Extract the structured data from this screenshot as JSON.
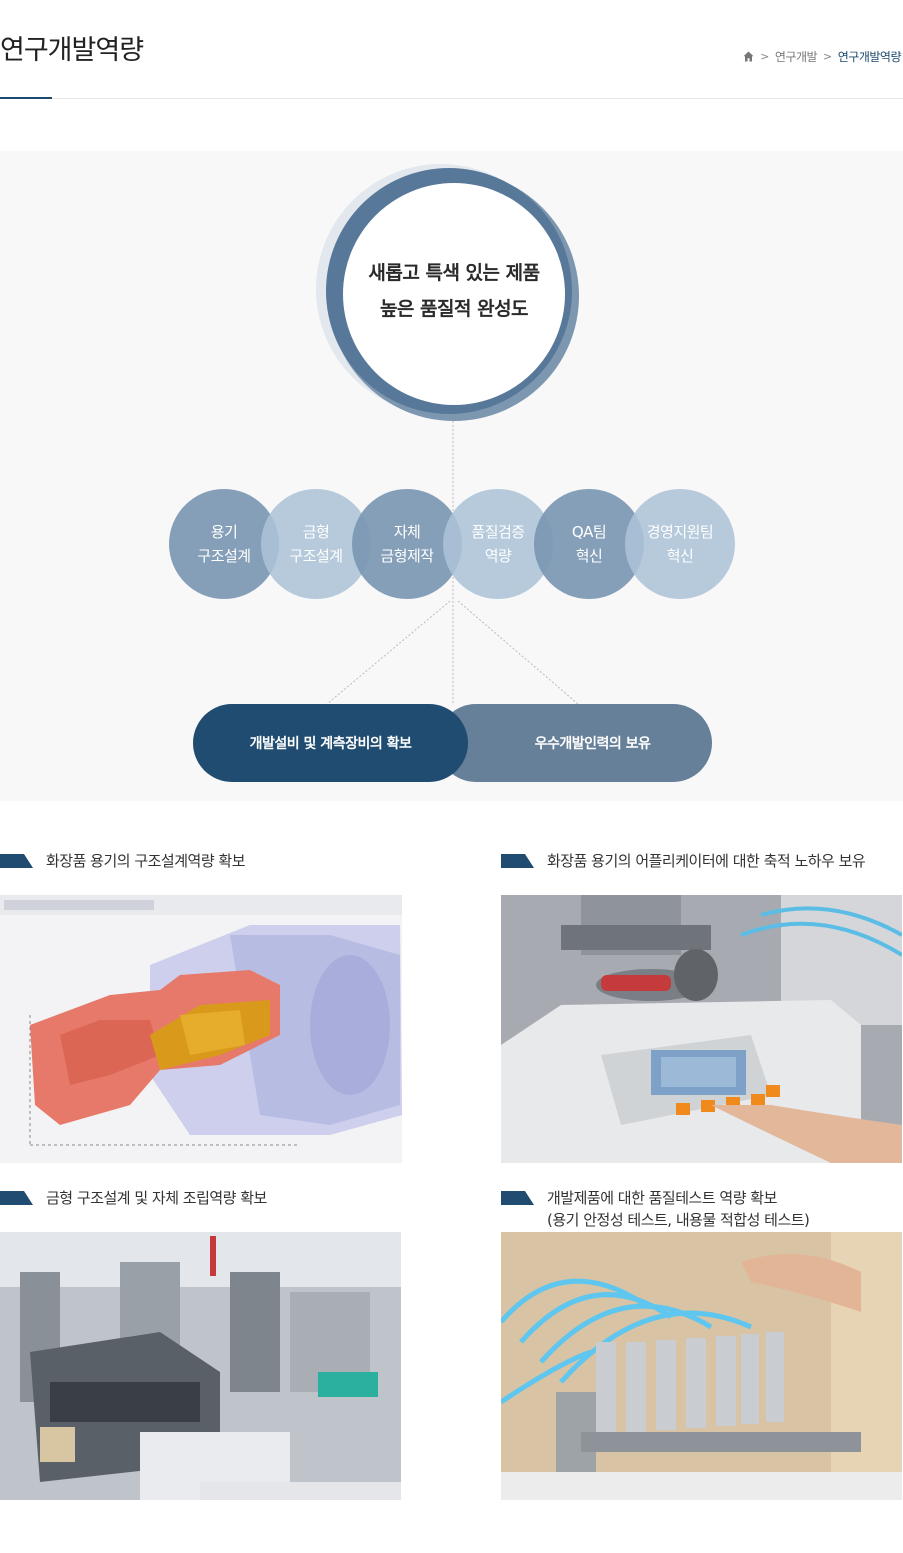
{
  "header": {
    "title": "연구개발역량",
    "breadcrumb": [
      "연구개발",
      "연구개발역량"
    ]
  },
  "diagram": {
    "core_lines": [
      "새롭고 특색 있는 제품",
      "높은 품질적 완성도"
    ],
    "bubbles": [
      {
        "line1": "용기",
        "line2": "구조설계"
      },
      {
        "line1": "금형",
        "line2": "구조설계"
      },
      {
        "line1": "자체",
        "line2": "금형제작"
      },
      {
        "line1": "품질검증",
        "line2": "역량"
      },
      {
        "line1": "QA팀",
        "line2": "혁신"
      },
      {
        "line1": "경영지원팀",
        "line2": "혁신"
      }
    ],
    "pills": [
      "개발설비 및 계측장비의 확보",
      "우수개발인력의 보유"
    ]
  },
  "capabilities": [
    {
      "title": "화장품 용기의 구조설계역량 확보"
    },
    {
      "title": "화장품 용기의 어플리케이터에 대한 축적 노하우 보유"
    },
    {
      "title": "금형 구조설계 및 자체 조립역량 확보"
    },
    {
      "title": "개발제품에 대한 품질테스트 역량 확보",
      "subtitle": "(용기 안정성 테스트, 내용물 적합성 테스트)"
    }
  ],
  "colors": {
    "primary": "#1f4c70",
    "secondary": "#66809a",
    "bubble_dark": "#7b97b2",
    "bubble_light": "#acc3d7",
    "background": "#f8f8f9"
  },
  "icons": {
    "home": "home-icon",
    "separator": "chevron-right-icon",
    "title_marker": "flag-icon"
  }
}
